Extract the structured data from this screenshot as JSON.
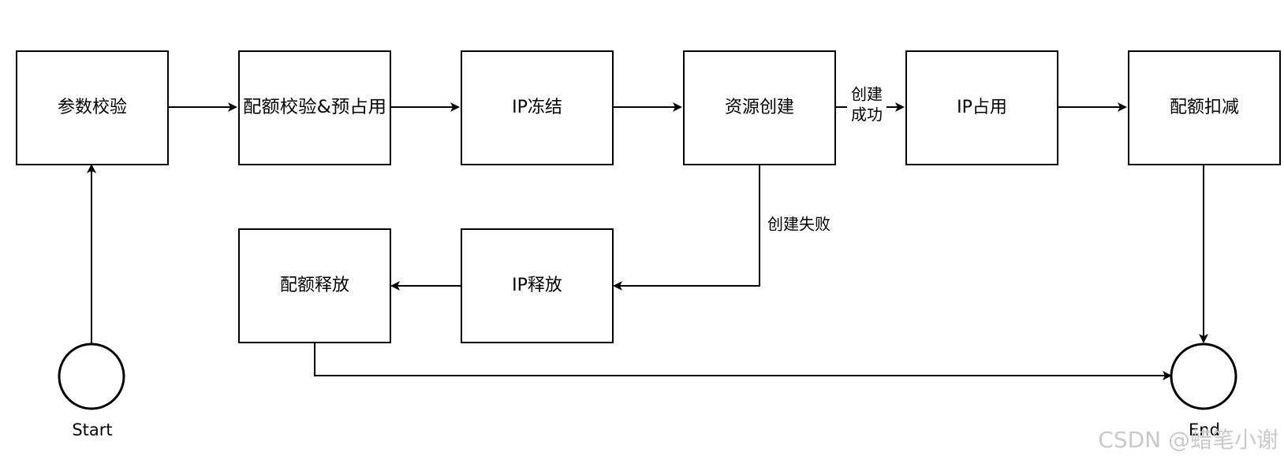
{
  "diagram": {
    "nodes": {
      "param_check": "参数校验",
      "quota_check_preoccupy": "配额校验&预占用",
      "ip_freeze": "IP冻结",
      "resource_create": "资源创建",
      "ip_occupy": "IP占用",
      "quota_deduct": "配额扣减",
      "ip_release": "IP释放",
      "quota_release": "配额释放"
    },
    "terminals": {
      "start": "Start",
      "end": "End"
    },
    "edge_labels": {
      "create_success_line1": "创建",
      "create_success_line2": "成功",
      "create_failed": "创建失败"
    }
  },
  "watermark": "CSDN @蜡笔小谢"
}
